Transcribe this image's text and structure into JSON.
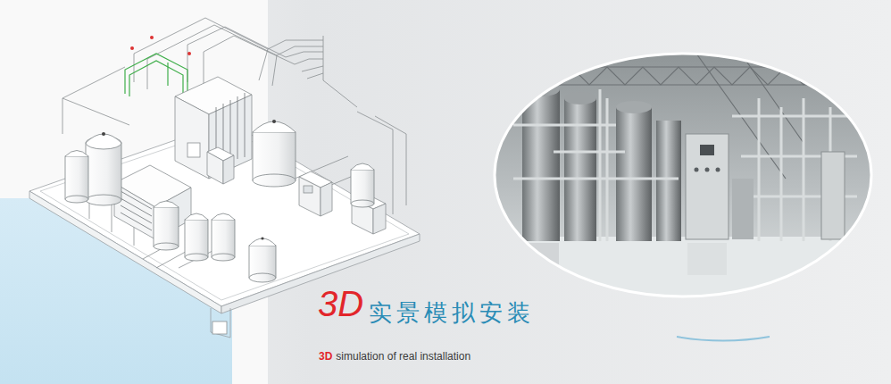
{
  "diagram": {
    "labels": [
      "3D",
      "实景模拟安装",
      "3D",
      "simulation of real installation"
    ]
  }
}
